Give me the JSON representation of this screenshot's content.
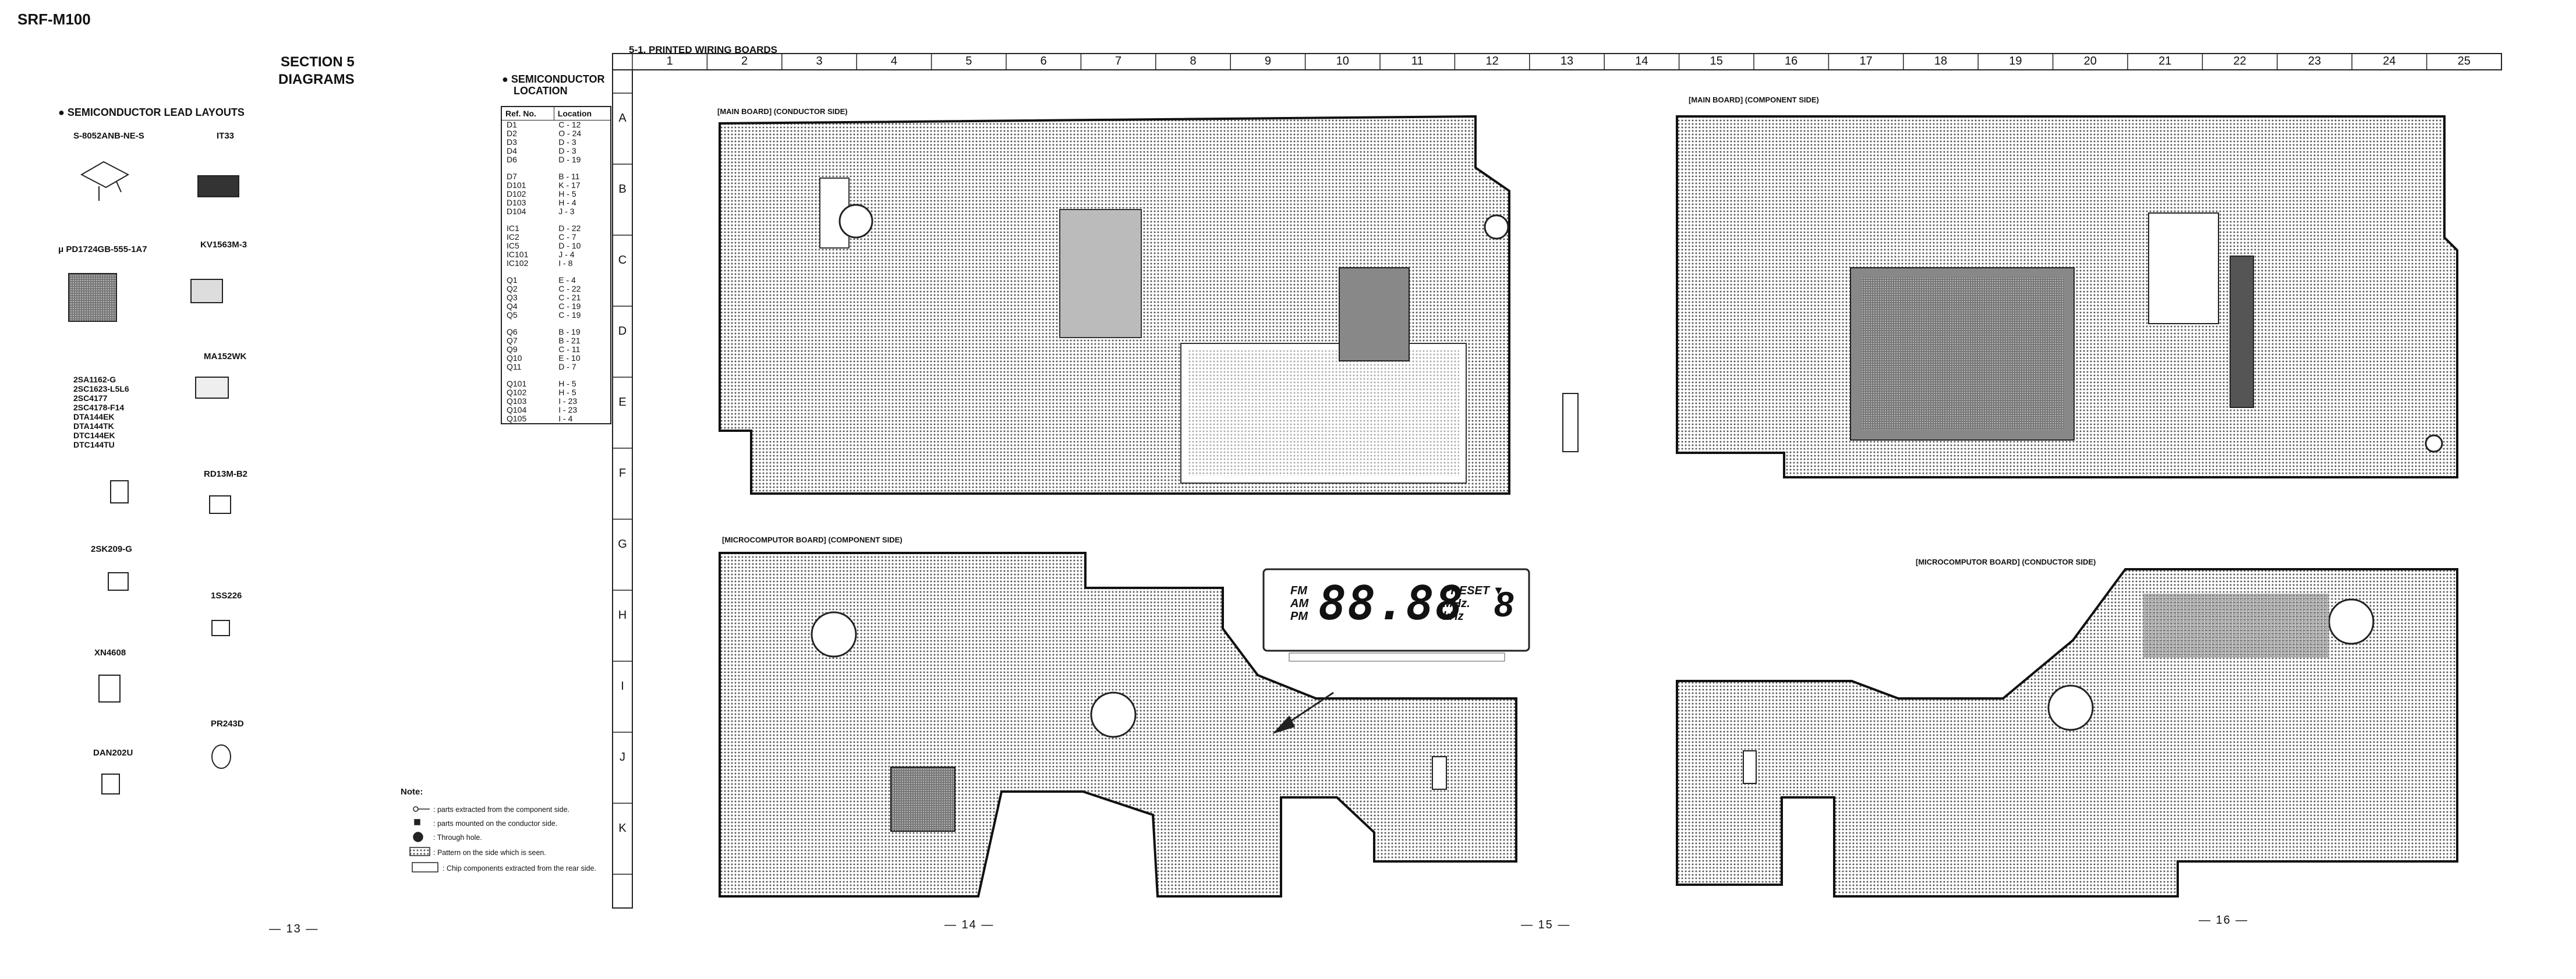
{
  "header": {
    "model": "SRF-M100"
  },
  "section": {
    "line1": "SECTION 5",
    "line2": "DIAGRAMS"
  },
  "lead_layouts": {
    "heading": "● SEMICONDUCTOR LEAD LAYOUTS",
    "components": {
      "s8052": "S-8052ANB-NE-S",
      "it33": "IT33",
      "upd": "μ PD1724GB-555-1A7",
      "kv": "KV1563M-3",
      "ma152": "MA152WK",
      "tr_list": [
        "2SA1162-G",
        "2SC1623-L5L6",
        "2SC4177",
        "2SC4178-F14",
        "DTA144EK",
        "DTA144TK",
        "DTC144EK",
        "DTC144TU"
      ],
      "rd13": "RD13M-B2",
      "fet": "2SK209-G",
      "ss226": "1SS226",
      "xn": "XN4608",
      "pr243": "PR243D",
      "dan": "DAN202U"
    }
  },
  "location": {
    "heading_line1": "● SEMICONDUCTOR",
    "heading_line2": "LOCATION",
    "col_ref": "Ref. No.",
    "col_loc": "Location",
    "rows": [
      [
        "D1",
        "C - 12"
      ],
      [
        "D2",
        "O - 24"
      ],
      [
        "D3",
        "D - 3"
      ],
      [
        "D4",
        "D - 3"
      ],
      [
        "D6",
        "D - 19"
      ],
      [
        "",
        ""
      ],
      [
        "D7",
        "B - 11"
      ],
      [
        "D101",
        "K - 17"
      ],
      [
        "D102",
        "H - 5"
      ],
      [
        "D103",
        "H - 4"
      ],
      [
        "D104",
        "J - 3"
      ],
      [
        "",
        ""
      ],
      [
        "IC1",
        "D - 22"
      ],
      [
        "IC2",
        "C - 7"
      ],
      [
        "IC5",
        "D - 10"
      ],
      [
        "IC101",
        "J - 4"
      ],
      [
        "IC102",
        "I - 8"
      ],
      [
        "",
        ""
      ],
      [
        "Q1",
        "E - 4"
      ],
      [
        "Q2",
        "C - 22"
      ],
      [
        "Q3",
        "C - 21"
      ],
      [
        "Q4",
        "C - 19"
      ],
      [
        "Q5",
        "C - 19"
      ],
      [
        "",
        ""
      ],
      [
        "Q6",
        "B - 19"
      ],
      [
        "Q7",
        "B - 21"
      ],
      [
        "Q9",
        "C - 11"
      ],
      [
        "Q10",
        "E - 10"
      ],
      [
        "Q11",
        "D - 7"
      ],
      [
        "",
        ""
      ],
      [
        "Q101",
        "H - 5"
      ],
      [
        "Q102",
        "H - 5"
      ],
      [
        "Q103",
        "I - 23"
      ],
      [
        "Q104",
        "I - 23"
      ],
      [
        "Q105",
        "I - 4"
      ]
    ]
  },
  "notes": {
    "title": "Note:",
    "lines": [
      ": parts extracted from the component side.",
      ": parts mounted on the conductor side.",
      ": Through hole.",
      ": Pattern on the side which is seen.",
      ": Chip components extracted from the rear side."
    ]
  },
  "wiring": {
    "title": "5-1.  PRINTED WIRING BOARDS",
    "col_numbers": [
      "1",
      "2",
      "3",
      "4",
      "5",
      "6",
      "7",
      "8",
      "9",
      "10",
      "11",
      "12",
      "13",
      "14",
      "15",
      "16",
      "17",
      "18",
      "19",
      "20",
      "21",
      "22",
      "23",
      "24",
      "25"
    ],
    "row_letters": [
      "A",
      "B",
      "C",
      "D",
      "E",
      "F",
      "G",
      "H",
      "I",
      "J",
      "K"
    ],
    "boards": {
      "main_conductor": "[MAIN BOARD] (CONDUCTOR SIDE)",
      "main_component": "[MAIN BOARD] (COMPONENT SIDE)",
      "micro_component": "[MICROCOMPUTOR BOARD] (COMPONENT SIDE)",
      "micro_conductor": "[MICROCOMPUTOR BOARD] (CONDUCTOR SIDE)"
    },
    "lcd": {
      "fm": "FM",
      "am": "AM",
      "pm": "PM",
      "digits": "88.88",
      "preset": "PRESET ▼",
      "mhz": "MHz.",
      "khz": "kHz",
      "channel": "8"
    }
  },
  "pages": {
    "p13": "— 13 —",
    "p14": "— 14 —",
    "p15": "— 15 —",
    "p16": "— 16 —"
  }
}
